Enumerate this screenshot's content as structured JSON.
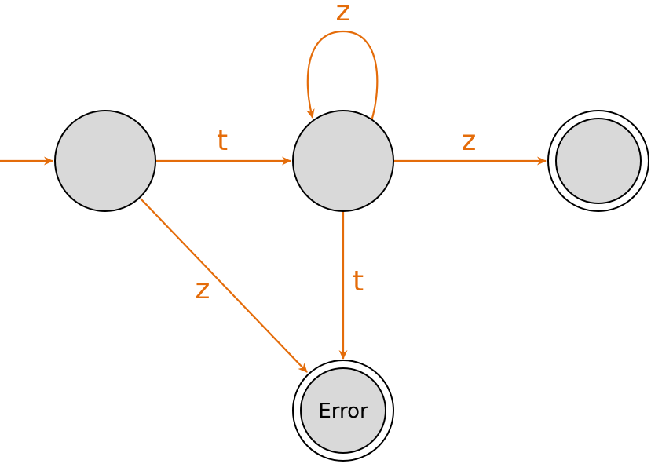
{
  "diagram": {
    "type": "finite-state-machine",
    "edge_color": "#e46c0a",
    "state_fill": "#d9d9d9",
    "state_stroke": "#000000",
    "states": [
      {
        "id": "s0",
        "label": "",
        "initial": true,
        "accepting": false
      },
      {
        "id": "s1",
        "label": "",
        "initial": false,
        "accepting": false
      },
      {
        "id": "s2",
        "label": "",
        "initial": false,
        "accepting": true
      },
      {
        "id": "error",
        "label": "Error",
        "initial": false,
        "accepting": true
      }
    ],
    "transitions": [
      {
        "from": "s0",
        "to": "s1",
        "label": "t"
      },
      {
        "from": "s1",
        "to": "s1",
        "label": "z"
      },
      {
        "from": "s1",
        "to": "s2",
        "label": "z"
      },
      {
        "from": "s0",
        "to": "error",
        "label": "z"
      },
      {
        "from": "s1",
        "to": "error",
        "label": "t"
      }
    ]
  }
}
